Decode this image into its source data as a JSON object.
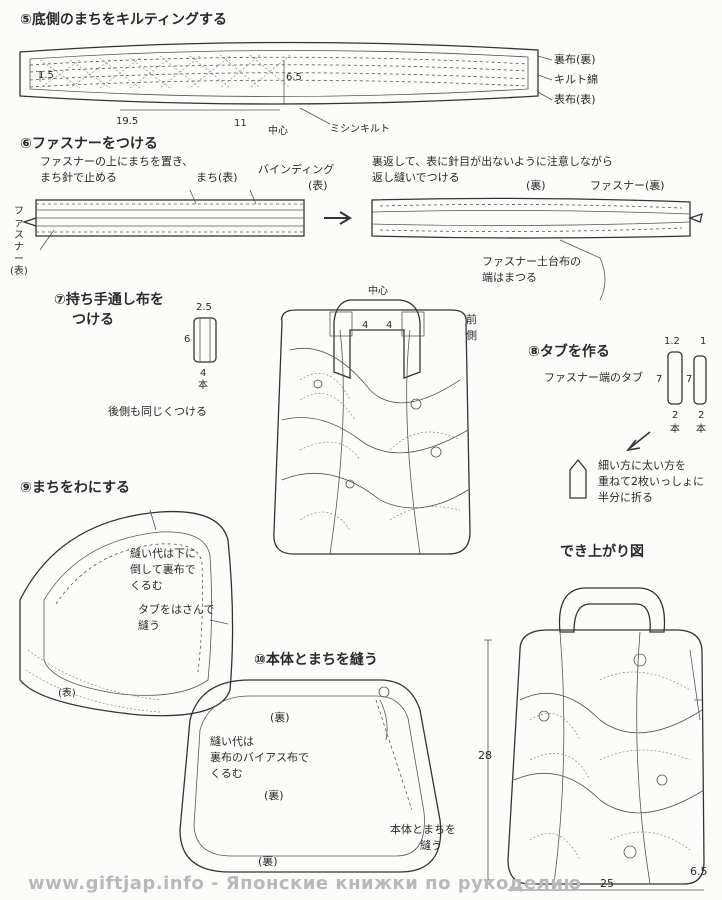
{
  "steps": {
    "s5": {
      "title": "⑤底側のまちをキルティングする",
      "dim_15": "1.5",
      "dim_65": "6.5",
      "dim_195": "19.5",
      "dim_11": "11",
      "center": "中心",
      "machine_quilt": "ミシンキルト",
      "lining_back": "裏布(裏)",
      "quilt_batting": "キルト綿",
      "outer_front": "表布(表)"
    },
    "s6": {
      "title": "⑥ファスナーをつける",
      "note_l1": "ファスナーの上にまちを置き、",
      "note_l2": "まち針で止める",
      "gusset_front": "まち(表)",
      "binding": "バインディング",
      "binding_front": "(表)",
      "zipper_v": "ファスナー",
      "zipper_front": "(表)",
      "note_r1": "裏返して、表に針目が出ないように注意しながら",
      "note_r2": "返し縫いでつける",
      "back_label": "(裏)",
      "zipper_back": "ファスナー(裏)",
      "tape_l1": "ファスナー土台布の",
      "tape_l2": "端はまつる"
    },
    "s7": {
      "title_l1": "⑦持ち手通し布を",
      "title_l2": "つける",
      "dim_25": "2.5",
      "dim_6": "6",
      "count": "4",
      "count_unit": "本",
      "note": "後側も同じくつける",
      "center": "中心",
      "dim_4a": "4",
      "dim_4b": "4",
      "front_l1": "前",
      "front_l2": "側"
    },
    "s8": {
      "title": "⑧タブを作る",
      "zipper_end_tab": "ファスナー端のタブ",
      "dim_12": "1.2",
      "dim_1": "1",
      "dim_7a": "7",
      "dim_7b": "7",
      "count_a": "2",
      "count_b": "2",
      "unit_a": "本",
      "unit_b": "本",
      "note_l1": "細い方に太い方を",
      "note_l2": "重ねて2枚いっしょに",
      "note_l3": "半分に折る"
    },
    "s9": {
      "title": "⑨まちをわにする",
      "note_a1": "縫い代は下に",
      "note_a2": "倒して裏布で",
      "note_a3": "くるむ",
      "note_b1": "タブをはさんで",
      "note_b2": "縫う",
      "front": "(表)"
    },
    "s10": {
      "title": "⑩本体とまちを縫う",
      "back": "(裏)",
      "note_l1": "縫い代は",
      "note_l2": "裏布のバイアス布で",
      "note_l3": "くるむ",
      "back2": "(裏)",
      "sew_l1": "本体とまちを",
      "sew_l2": "縫う",
      "back3": "(裏)"
    },
    "done": {
      "title": "でき上がり図",
      "dim_28": "28",
      "dim_25": "25",
      "dim_65": "6.5"
    }
  },
  "watermark": "www.giftjap.info - Японские книжки по рукоделию"
}
